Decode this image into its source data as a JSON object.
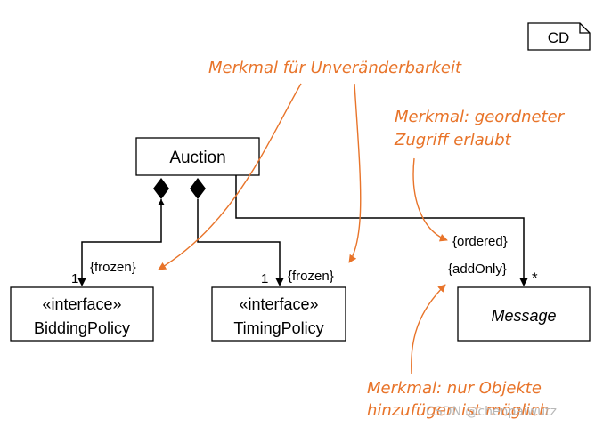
{
  "frame": {
    "label": "CD"
  },
  "classes": {
    "auction": {
      "name": "Auction"
    },
    "bidding_policy": {
      "stereotype": "«interface»",
      "name": "BiddingPolicy"
    },
    "timing_policy": {
      "stereotype": "«interface»",
      "name": "TimingPolicy"
    },
    "message": {
      "name": "Message"
    }
  },
  "associations": {
    "bidding": {
      "multiplicity": "1",
      "property": "{frozen}"
    },
    "timing": {
      "multiplicity": "1",
      "property": "{frozen}"
    },
    "message": {
      "multiplicity": "*",
      "property_ordered": "{ordered}",
      "property_addonly": "{addOnly}"
    }
  },
  "annotations": {
    "frozen_note": "Merkmal für Unveränderbarkeit",
    "ordered_note": {
      "line1": "Merkmal: geordneter",
      "line2": "Zugriff erlaubt"
    },
    "addonly_note": {
      "line1": "Merkmal: nur Objekte",
      "line2": "hinzufügen ist möglich"
    }
  },
  "colors": {
    "annotation": "#e8742a",
    "line": "#000000"
  },
  "watermark": "CSDN @chenpaiwutz"
}
